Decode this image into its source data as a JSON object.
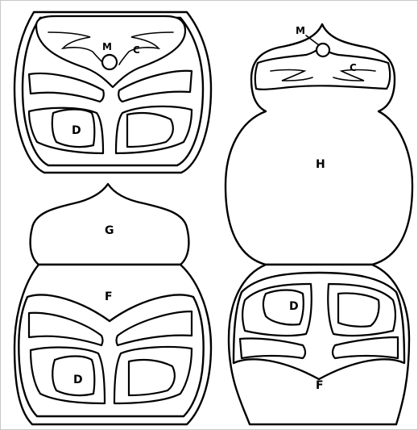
{
  "figure": {
    "top_left": {
      "label_m": "M",
      "label_c": "C",
      "label_d": "D"
    },
    "bottom_left": {
      "label_g": "G",
      "label_f": "F",
      "label_d": "D"
    },
    "top_right": {
      "label_m": "M",
      "label_c": "C",
      "label_h": "H"
    },
    "bottom_right": {
      "label_d": "D",
      "label_f": "F"
    }
  },
  "colors": {
    "ink": "#000000",
    "paper": "#ffffff",
    "border": "#bdbdbd"
  }
}
